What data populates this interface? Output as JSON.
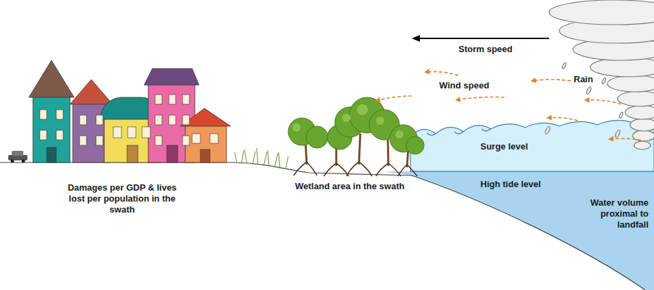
{
  "diagram": {
    "labels": [
      "Storm speed",
      "Wind speed",
      "Rain",
      "Surge level",
      "High tide level",
      "Water volume proximal to landfall",
      "Wetland area in the swath",
      "Damages per GDP & lives lost per population in the swath"
    ]
  }
}
